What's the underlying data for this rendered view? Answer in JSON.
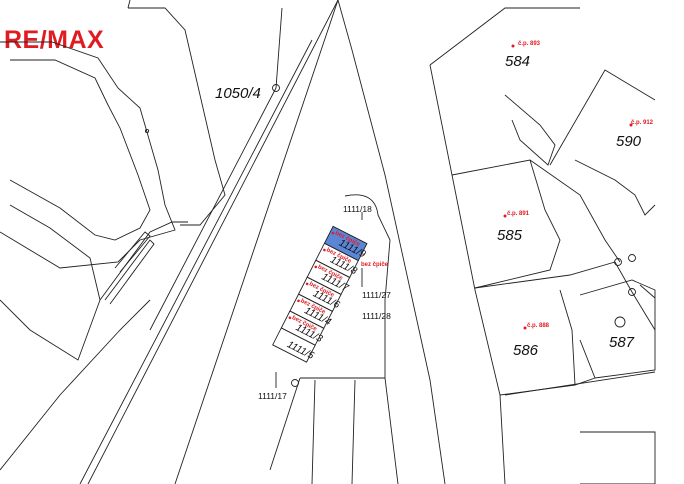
{
  "brand": {
    "logo_text": "RE/MAX",
    "logo_color": "#e11b22"
  },
  "map": {
    "line_color": "#222222",
    "highlight_color": "#5b86d6",
    "label_color": "#e11b22",
    "parcels": {
      "p1050_4": "1050/4",
      "p584": "584",
      "p590": "590",
      "p585": "585",
      "p586": "586",
      "p587": "587",
      "p1111_18": "1111/18",
      "p1111_27": "1111/27",
      "p1111_28": "1111/28",
      "p1111_17": "1111/17"
    },
    "house_numbers": {
      "cp893": "č.p. 893",
      "cp912": "č.p. 912",
      "cp891": "č.p. 891",
      "cp888": "č.p. 888"
    },
    "garages": [
      {
        "number": "1111/9",
        "label": "bez čpiče",
        "highlighted": true
      },
      {
        "number": "1111/8",
        "label": "bez čpiče",
        "highlighted": false
      },
      {
        "number": "1111/7",
        "label": "bez čpiče",
        "highlighted": false
      },
      {
        "number": "1111/6",
        "label": "bez čpiče",
        "highlighted": false
      },
      {
        "number": "1111/4",
        "label": "bez čpiče",
        "highlighted": false
      },
      {
        "number": "1111/3",
        "label": "bez čpiče",
        "highlighted": false
      },
      {
        "number": "1111/5",
        "label": "",
        "highlighted": false
      }
    ],
    "extra_label": "bez čpiče"
  }
}
